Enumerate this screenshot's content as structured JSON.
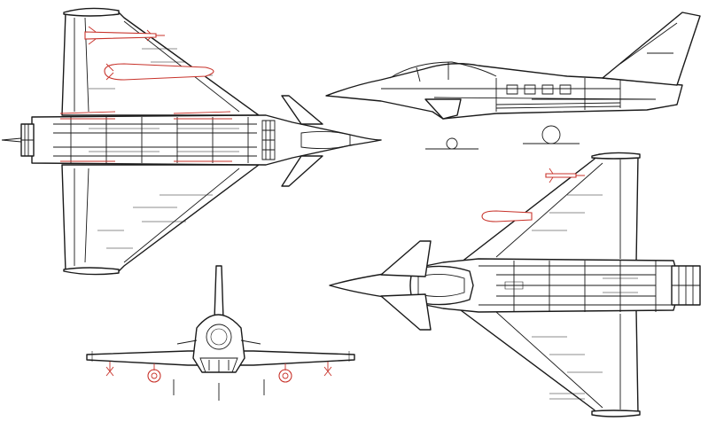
{
  "colors": {
    "background": "#ffffff",
    "outline": "#1a1a1a",
    "external_stores": "#c8332b"
  },
  "views": [
    {
      "id": "top",
      "label": ""
    },
    {
      "id": "side",
      "label": ""
    },
    {
      "id": "bottom",
      "label": ""
    },
    {
      "id": "front",
      "label": ""
    }
  ]
}
